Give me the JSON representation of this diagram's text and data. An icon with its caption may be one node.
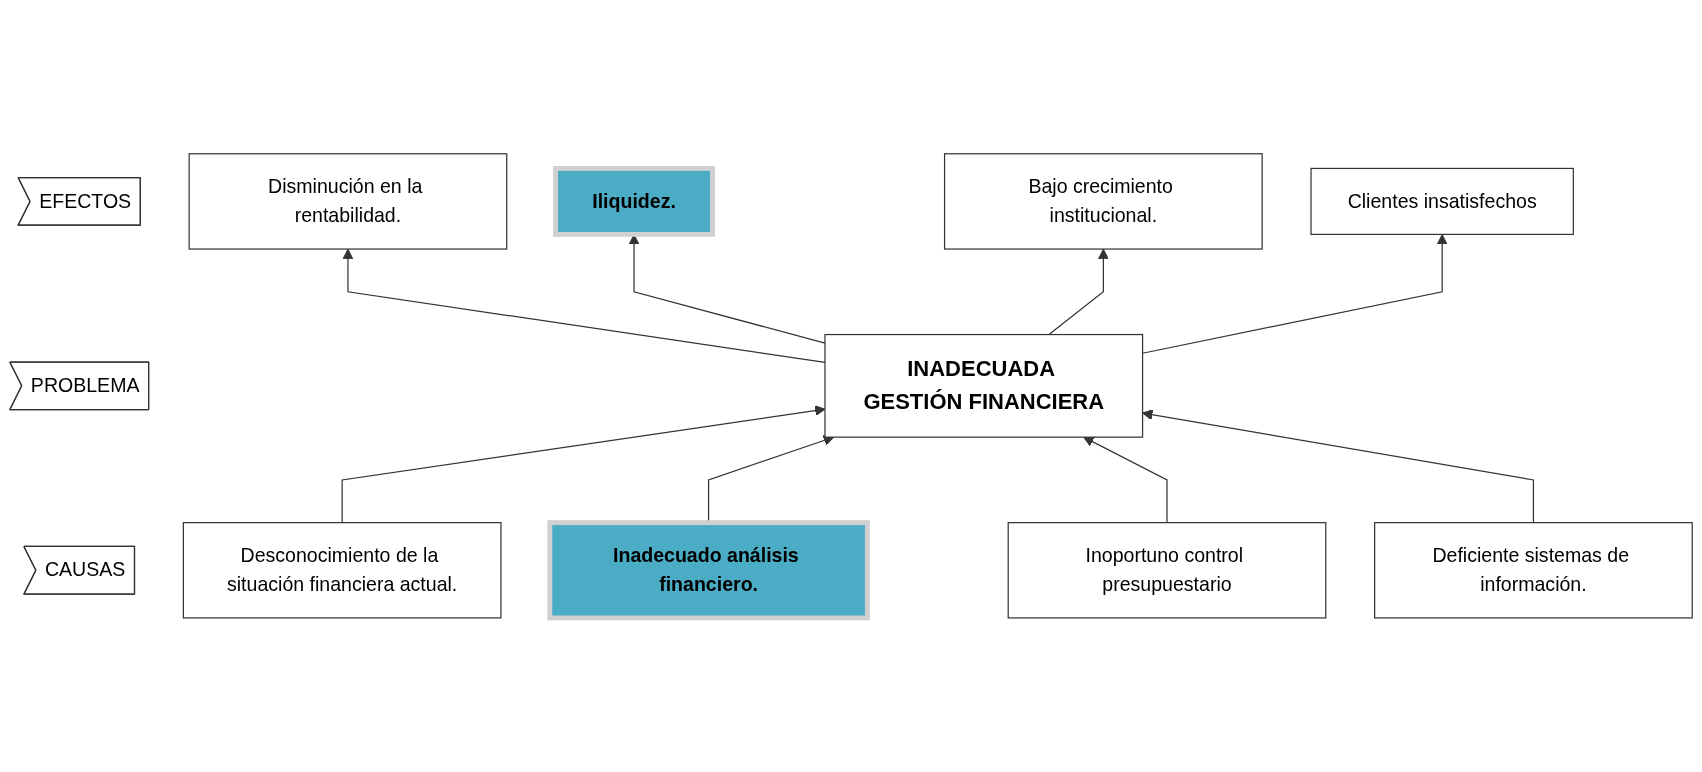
{
  "diagram": {
    "nodes": [
      {
        "text": [
          "EFECTOS"
        ]
      },
      {
        "text": [
          "Disminución en la rentabilidad."
        ]
      },
      {
        "text": [
          "Iliquidez."
        ]
      },
      {
        "text": [
          "Bajo crecimiento institucional."
        ]
      },
      {
        "text": [
          "Clientes insatisfechos"
        ]
      },
      {
        "text": [
          "PROBLEMA"
        ]
      },
      {
        "text": [
          "INADECUADA GESTIÓN FINANCIERA"
        ]
      },
      {
        "text": [
          "CAUSAS"
        ]
      },
      {
        "text": [
          "Desconocimiento de la situación financiera actual."
        ]
      },
      {
        "text": [
          "Inadecuado análisis financiero."
        ]
      },
      {
        "text": [
          "Inoportuno control presupuestario"
        ]
      },
      {
        "text": [
          "Deficiente sistemas de información."
        ]
      }
    ],
    "edges": [
      {
        "from": 6,
        "to": 1,
        "arrow": "to"
      },
      {
        "from": 6,
        "to": 2,
        "arrow": "to"
      },
      {
        "from": 6,
        "to": 3,
        "arrow": "to"
      },
      {
        "from": 6,
        "to": 4,
        "arrow": "to"
      },
      {
        "from": 8,
        "to": 6,
        "arrow": "to"
      },
      {
        "from": 9,
        "to": 6,
        "arrow": "to"
      },
      {
        "from": 10,
        "to": 6,
        "arrow": "to"
      },
      {
        "from": 11,
        "to": 6,
        "arrow": "to"
      }
    ]
  }
}
